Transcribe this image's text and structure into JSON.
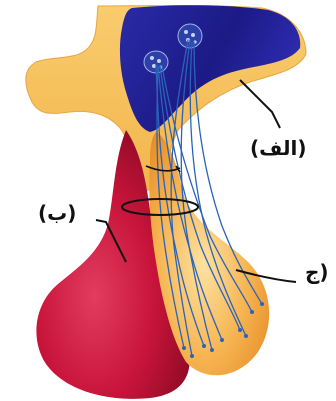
{
  "figure": {
    "labels": {
      "a": "(الف)",
      "b": "(ب)",
      "c": "(ج"
    },
    "colors": {
      "hypothalamus": "#1f1d8c",
      "stalk": "#f0b84d",
      "anterior_lobe": "#c8143a",
      "posterior_lobe": "#f4a83c",
      "nerve_fibers": "#2b63b8",
      "leader_lines": "#111111"
    }
  }
}
